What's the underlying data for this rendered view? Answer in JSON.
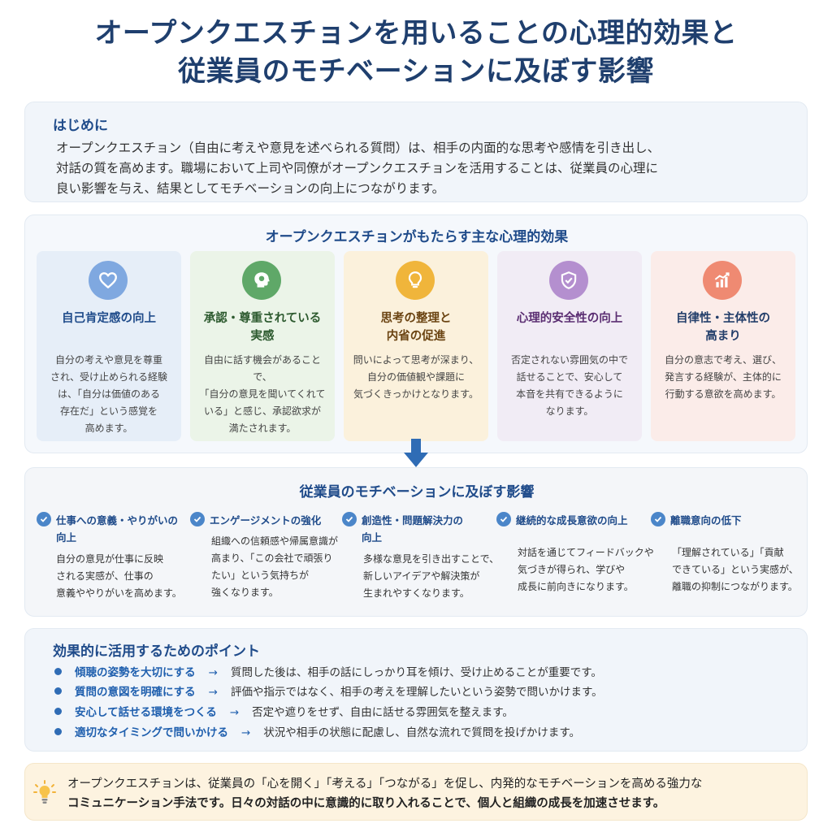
{
  "title": {
    "line1": "オープンクエスチョンを用いることの心理的効果と",
    "line2": "従業員のモチベーションに及ぼす影響"
  },
  "intro": {
    "heading": "はじめに",
    "lines": [
      "オープンクエスチョン（自由に考えや意見を述べられる質問）は、相手の内面的な思考や感情を引き出し、",
      "対話の質を高めます。職場において上司や同僚がオープンクエスチョンを活用することは、従業員の心理に",
      "良い影響を与え、結果としてモチベーションの向上につながります。"
    ]
  },
  "effects": {
    "heading": "オープンクエスチョンがもたらす主な心理的効果",
    "items": [
      {
        "icon": "heart-icon",
        "title": [
          "自己肯定感の向上"
        ],
        "desc": [
          "自分の考えや意見を尊重",
          "され、受け止められる経験",
          "は、「自分は価値のある",
          "存在だ」という感覚を",
          "高めます。"
        ]
      },
      {
        "icon": "head-icon",
        "title": [
          "承認・尊重されている",
          "実感"
        ],
        "desc": [
          "自由に話す機会があることで、",
          "「自分の意見を聞いてくれて",
          "いる」と感じ、承認欲求が",
          "満たされます。"
        ]
      },
      {
        "icon": "lightbulb-icon",
        "title": [
          "思考の整理と",
          "内省の促進"
        ],
        "desc": [
          "問いによって思考が深まり、",
          "自分の価値観や課題に",
          "気づくきっかけとなります。"
        ]
      },
      {
        "icon": "shield-icon",
        "title": [
          "心理的安全性の向上"
        ],
        "desc": [
          "否定されない雰囲気の中で",
          "話せることで、安心して",
          "本音を共有できるように",
          "なります。"
        ]
      },
      {
        "icon": "growth-chart-icon",
        "title": [
          "自律性・主体性の",
          "高まり"
        ],
        "desc": [
          "自分の意志で考え、選び、",
          "発言する経験が、主体的に",
          "行動する意欲を高めます。"
        ]
      }
    ]
  },
  "impact": {
    "heading": "従業員のモチベーションに及ぼす影響",
    "items": [
      {
        "title": [
          "仕事への意義・やりがいの",
          "向上"
        ],
        "desc": [
          "自分の意見が仕事に反映",
          "される実感が、仕事の",
          "意義ややりがいを高めます。"
        ]
      },
      {
        "title": [
          "エンゲージメントの強化"
        ],
        "desc": [
          "組織への信頼感や帰属意識が",
          "高まり、「この会社で頑張り",
          "たい」という気持ちが",
          "強くなります。"
        ]
      },
      {
        "title": [
          "創造性・問題解決力の",
          "向上"
        ],
        "desc": [
          "多様な意見を引き出すことで、",
          "新しいアイデアや解決策が",
          "生まれやすくなります。"
        ]
      },
      {
        "title": [
          "継続的な成長意欲の向上"
        ],
        "desc": [
          "対話を通じてフィードバックや",
          "気づきが得られ、学びや",
          "成長に前向きになります。"
        ]
      },
      {
        "title": [
          "離職意向の低下"
        ],
        "desc": [
          "「理解されている」「貢献",
          "できている」という実感が、",
          "離職の抑制につながります。"
        ]
      }
    ]
  },
  "points": {
    "heading": "効果的に活用するためのポイント",
    "arrow": "→",
    "items": [
      {
        "key": "傾聴の姿勢を大切にする",
        "value": "質問した後は、相手の話にしっかり耳を傾け、受け止めることが重要です。"
      },
      {
        "key": "質問の意図を明確にする",
        "value": "評価や指示ではなく、相手の考えを理解したいという姿勢で問いかけます。"
      },
      {
        "key": "安心して話せる環境をつくる",
        "value": "否定や遮りをせず、自由に話せる雰囲気を整えます。"
      },
      {
        "key": "適切なタイミングで問いかける",
        "value": "状況や相手の状態に配慮し、自然な流れで質問を投げかけます。"
      }
    ]
  },
  "summary": {
    "line1": "オープンクエスチョンは、従業員の「心を開く」「考える」「つながる」を促し、内発的なモチベーションを高める強力な",
    "line2": "コミュニケーション手法です。日々の対話の中に意識的に取り入れることで、個人と組織の成長を加速させます。"
  },
  "colors": {
    "title": "#1f3f6e",
    "heading": "#1f4b8a",
    "bullet": "#2f6cb5",
    "summary_bg": "#fdf3e0"
  }
}
